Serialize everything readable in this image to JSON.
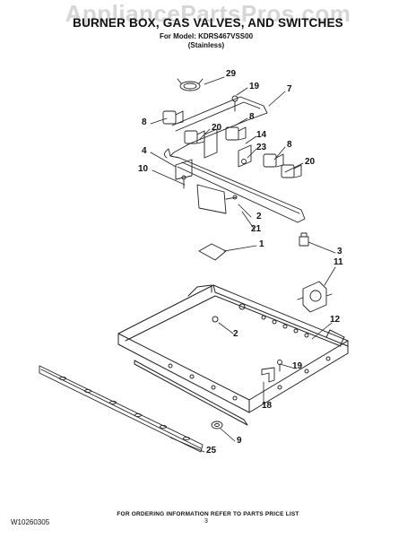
{
  "watermark": "AppliancePartsPros.com",
  "header": {
    "title": "BURNER BOX, GAS VALVES, AND SWITCHES",
    "model_line": "For Model: KDRS467VSS00",
    "variant_line": "(Stainless)"
  },
  "callouts": [
    "29",
    "19",
    "7",
    "8",
    "8",
    "20",
    "14",
    "23",
    "8",
    "4",
    "20",
    "10",
    "2",
    "21",
    "1",
    "3",
    "11",
    "12",
    "2",
    "19",
    "18",
    "9",
    "25"
  ],
  "footer": {
    "ordering_note": "FOR ORDERING INFORMATION REFER TO PARTS PRICE LIST",
    "document_number": "W10260305",
    "page_number": "3"
  }
}
